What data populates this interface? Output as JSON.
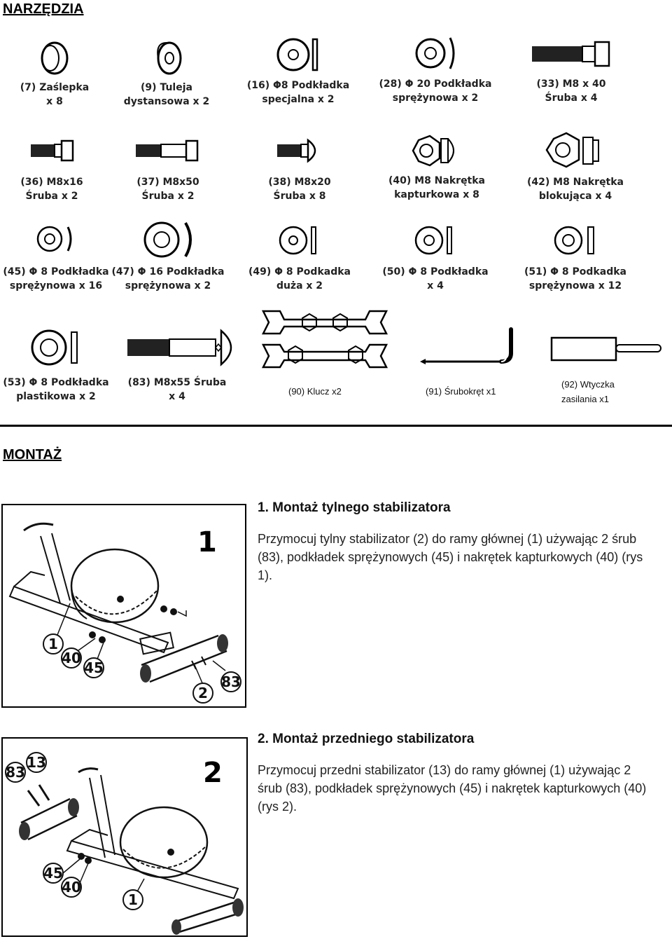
{
  "tools": {
    "title": "NARZĘDZIA",
    "items": [
      {
        "label": "(7) Zaślepka\nx 8"
      },
      {
        "label": "(9) Tuleja\ndystansowa x 2"
      },
      {
        "label": "(16) Φ8 Podkładka\nspecjalna x 2"
      },
      {
        "label": "(28) Φ 20 Podkładka\nsprężynowa x 2"
      },
      {
        "label": "(33) M8 x 40\nŚruba x 4"
      },
      {
        "label": "(36) M8x16\nŚruba x 2"
      },
      {
        "label": "(37) M8x50\nŚruba x 2"
      },
      {
        "label": "(38) M8x20\nŚruba x 8"
      },
      {
        "label": "(40) M8 Nakrętka\nkapturkowa x 8"
      },
      {
        "label": "(42) M8 Nakrętka\nblokująca x 4"
      },
      {
        "label": "(45) Φ 8 Podkładka\nsprężynowa x 16"
      },
      {
        "label": "(47) Φ 16 Podkładka\nsprężynowa x 2"
      },
      {
        "label": "(49) Φ 8 Podkadka\nduża x 2"
      },
      {
        "label": "(50) Φ 8 Podkładka\nx 4"
      },
      {
        "label": "(51) Φ 8 Podkadka\nsprężynowa x 12"
      },
      {
        "label": "(53) Φ 8 Podkładka\nplastikowa x 2"
      },
      {
        "label": "(83) M8x55 Śruba\nx 4"
      },
      {
        "label": "(90) Klucz x2"
      },
      {
        "label": "(91) Śrubokręt x1"
      },
      {
        "label": "(92) Wtyczka\nzasilania x1"
      }
    ]
  },
  "assembly": {
    "title": "MONTAŻ",
    "steps": [
      {
        "heading": "1. Montaż tylnego stabilizatora",
        "body": "Przymocuj tylny stabilizator (2) do ramy głównej (1) używając 2 śrub (83), podkładek sprężynowych (45) i nakrętek kapturkowych (40) (rys 1).",
        "fig_number": "1",
        "callouts": [
          "1",
          "40",
          "45",
          "2",
          "83"
        ]
      },
      {
        "heading": "2. Montaż przedniego stabilizatora",
        "body": "Przymocuj przedni stabilizator (13) do ramy głównej (1) używając 2 śrub (83), podkładek sprężynowych (45) i nakrętek kapturkowych (40) (rys 2).",
        "fig_number": "2",
        "callouts": [
          "83",
          "13",
          "45",
          "40",
          "1"
        ]
      }
    ]
  }
}
